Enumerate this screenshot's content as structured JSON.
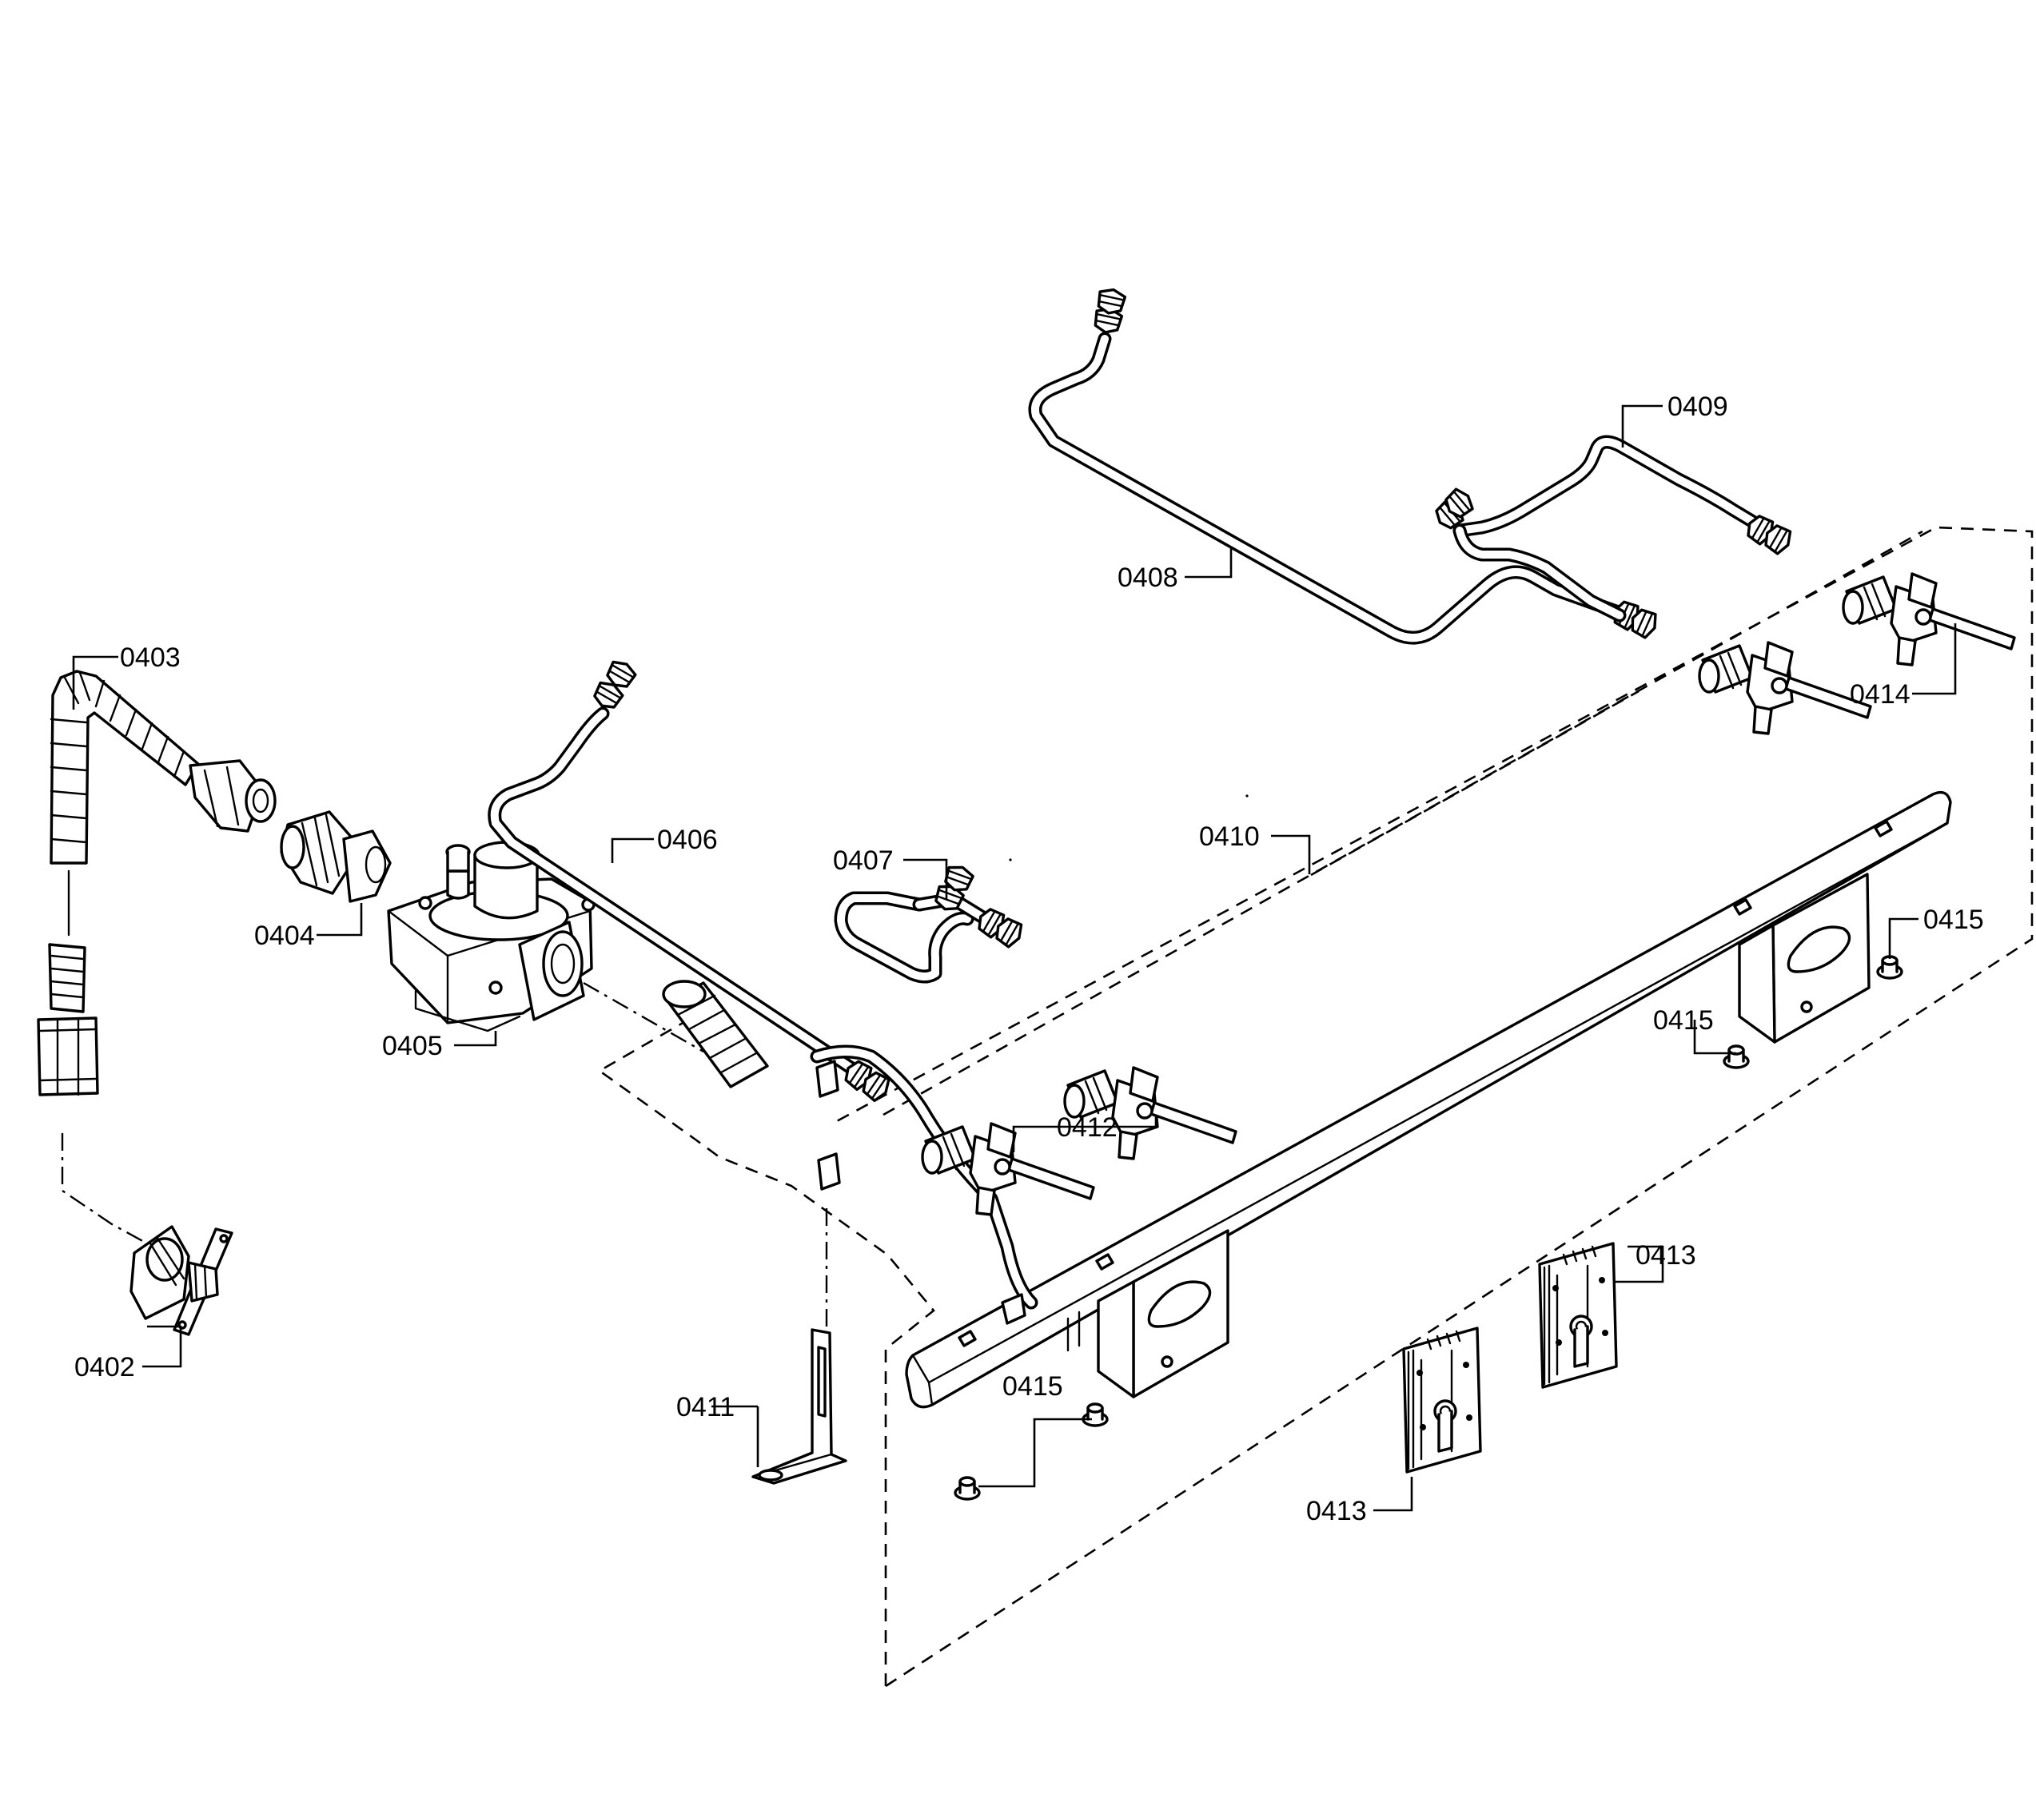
{
  "callouts": {
    "c0402": "0402",
    "c0403": "0403",
    "c0404": "0404",
    "c0405": "0405",
    "c0406": "0406",
    "c0407": "0407",
    "c0408": "0408",
    "c0409": "0409",
    "c0410": "0410",
    "c0411": "0411",
    "c0412": "0412",
    "c0413a": "0413",
    "c0413b": "0413",
    "c0414": "0414",
    "c0415a": "0415",
    "c0415b": "0415",
    "c0415c": "0415"
  },
  "colors": {
    "line": "#000000",
    "background": "#ffffff"
  }
}
